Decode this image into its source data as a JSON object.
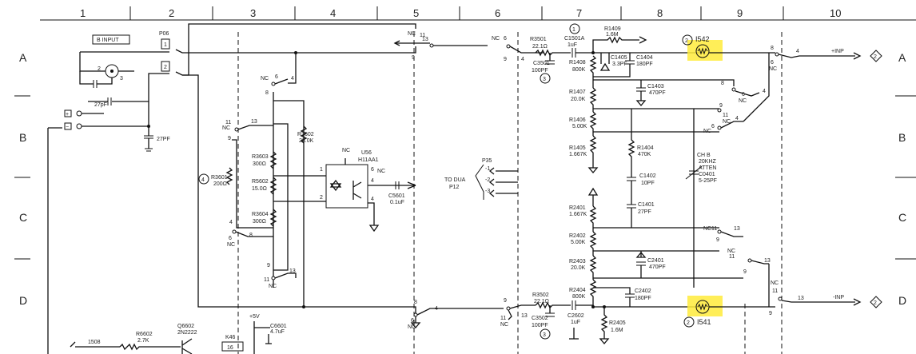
{
  "grid": {
    "columns": [
      "1",
      "2",
      "3",
      "4",
      "5",
      "6",
      "7",
      "8",
      "9",
      "10"
    ],
    "rows": [
      "A",
      "B",
      "C",
      "D"
    ]
  },
  "labels": {
    "b_input": "B INPUT",
    "p06": "P06",
    "pin_1": "1",
    "pin_2": "2",
    "cap_27pf_a": "27pF",
    "cap_27pf_b": "27PF",
    "plus_box": "+",
    "minus_box": "−",
    "nc": "NC",
    "n4": "4",
    "n6": "6",
    "n8": "8",
    "n9": "9",
    "n11": "11",
    "n13": "13",
    "circle_1": "1",
    "circle_2": "2",
    "circle_3": "3",
    "circle_4": "4",
    "r3602": "R3602",
    "r3602_val": "28.0K",
    "r3603": "R3603",
    "r3603_val": "300Ω",
    "r5602": "R5602",
    "r5602_val": "15.0Ω",
    "r3604": "R3604",
    "r3604_val": "300Ω",
    "r3601": "R3601",
    "r3601_val": "200Ω",
    "u56": "U56",
    "u56_part": "H11AA1",
    "c5601": "C5601",
    "c5601_val": "0.1uF",
    "p35": "P35",
    "to_dua": "TO DUA",
    "p12": "P12",
    "p35_1": "-1",
    "p35_2": "-2",
    "p35_3": "-3",
    "r3501": "R3501",
    "r3501_val": "22.1Ω",
    "c1501a": "C1501A",
    "c1501a_val": "1uF",
    "c3501": "C3501",
    "c3501_val": "100PF",
    "r1409": "R1409",
    "r1409_val": "1.6M",
    "r1408": "R1408",
    "r1408_val": "800K",
    "c1405": "C1405",
    "c1405_val": "3.3PF",
    "c1404": "C1404",
    "c1404_val": "180PF",
    "r1407": "R1407",
    "r1407_val": "20.0K",
    "c1403": "C1403",
    "c1403_val": "470PF",
    "r1406": "R1406",
    "r1406_val": "5.00K",
    "r1405": "R1405",
    "r1405_val": "1.667K",
    "r1404": "R1404",
    "r1404_val": "470K",
    "ch_b": "CH B",
    "atten_freq": "20KHZ",
    "atten": "ATTEN",
    "c0401": "C0401",
    "c0401_val": "5-25PF",
    "c1402": "C1402",
    "c1402_val": "10PF",
    "c1401": "C1401",
    "c1401_val": "27PF",
    "r2401": "R2401",
    "r2401_val": "1.667K",
    "r2402": "R2402",
    "r2402_val": "5.00K",
    "c2401": "C2401",
    "c2401_val": "470PF",
    "r2403": "R2403",
    "r2403_val": "20.0K",
    "c2402": "C2402",
    "c2402_val": "180PF",
    "r2404": "R2404",
    "r2404_val": "800K",
    "r3502": "R3502",
    "r3502_val": "22.1Ω",
    "c3502": "C3502",
    "c3502_val": "100PF",
    "c2602": "C2602",
    "c2602_val": "1uF",
    "r2405": "R2405",
    "r2405_val": "1.6M",
    "i542": "I542",
    "i541": "I541",
    "plus_inp": "+INP",
    "minus_inp": "-INP",
    "diamond_2": "2",
    "n1508": "1508",
    "r6602": "R6602",
    "r6602_val": "2.7K",
    "q6602": "Q6602",
    "q6602_part": "2N2222",
    "k46": "K46",
    "k46_pin": "16",
    "plus5v": "+5V",
    "c6601": "C6601",
    "c6601_val": "4.7uF"
  },
  "highlight_color": "#ffeb3b"
}
